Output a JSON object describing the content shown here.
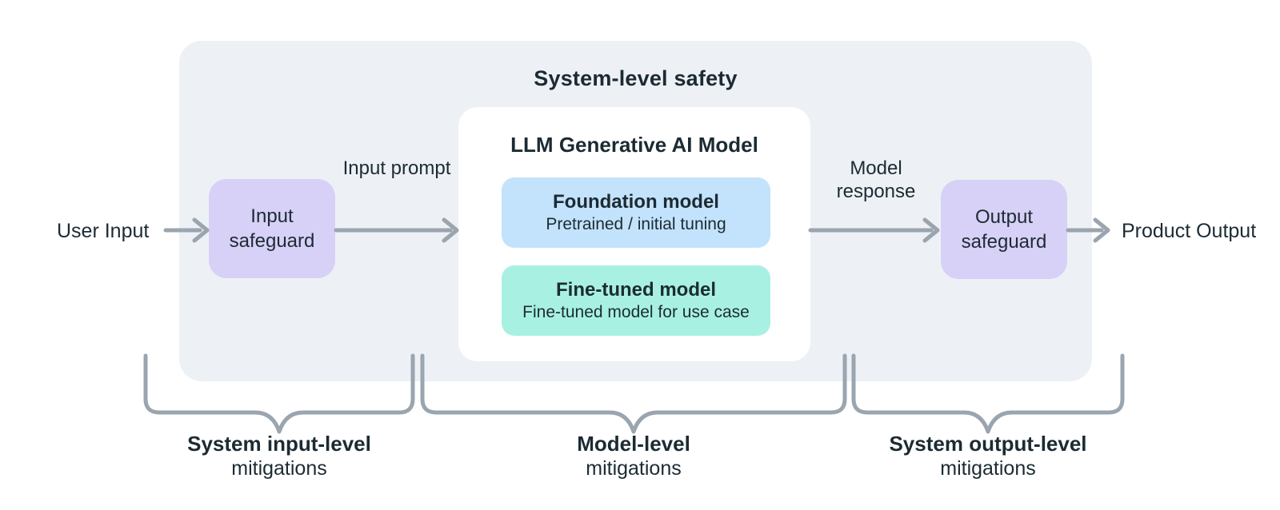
{
  "panel": {
    "title": "System-level safety"
  },
  "model_box": {
    "title": "LLM Generative AI Model",
    "foundation": {
      "title": "Foundation model",
      "subtitle": "Pretrained / initial tuning"
    },
    "fine_tuned": {
      "title": "Fine-tuned model",
      "subtitle": "Fine-tuned model for use case"
    }
  },
  "nodes": {
    "user_input": {
      "label": "User Input"
    },
    "input_safeguard": {
      "label": "Input safeguard"
    },
    "output_safeguard": {
      "label": "Output safeguard"
    },
    "product_output": {
      "label": "Product Output"
    }
  },
  "arrows": {
    "input_prompt": {
      "label": "Input prompt"
    },
    "model_response": {
      "label": "Model response"
    }
  },
  "braces": [
    {
      "title": "System input-level",
      "subtitle": "mitigations"
    },
    {
      "title": "Model-level",
      "subtitle": "mitigations"
    },
    {
      "title": "System output-level",
      "subtitle": "mitigations"
    }
  ],
  "colors": {
    "panel_bg": "#EDF1F5",
    "model_panel_bg": "#FFFFFF",
    "safeguard_bg": "#D7D0F7",
    "foundation_bg": "#C3E2FB",
    "fine_tuned_bg": "#A8F1E2",
    "stroke_gray": "#9AA5AF",
    "text_dark": "#1C2B33"
  }
}
